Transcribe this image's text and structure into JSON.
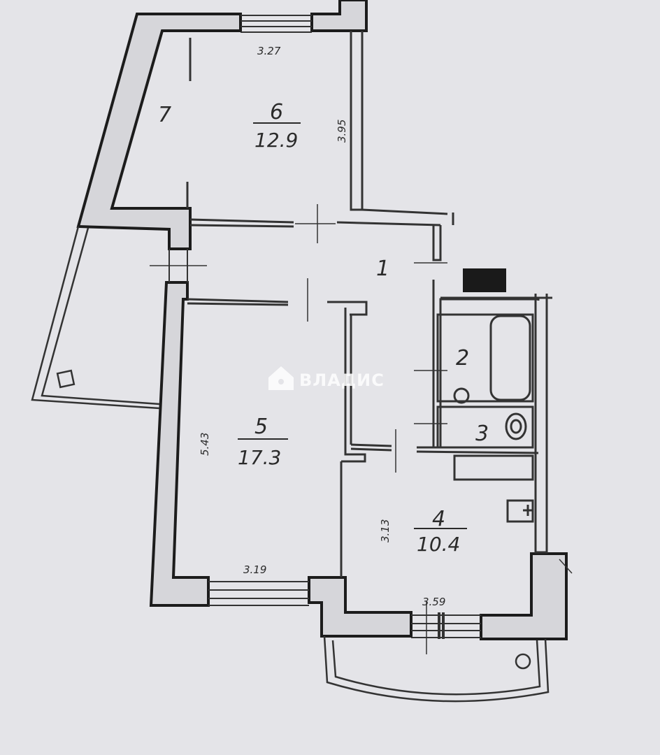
{
  "rooms": {
    "r1": {
      "number": "1"
    },
    "r2": {
      "number": "2"
    },
    "r3": {
      "number": "3"
    },
    "r4": {
      "number": "4",
      "area": "10.4"
    },
    "r5": {
      "number": "5",
      "area": "17.3"
    },
    "r6": {
      "number": "6",
      "area": "12.9"
    },
    "r7": {
      "number": "7"
    }
  },
  "dimensions": {
    "room6_width": "3.27",
    "room6_depth": "3.95",
    "room5_depth": "5.43",
    "room5_width": "3.19",
    "room4_depth": "3.13",
    "room4_width": "3.59"
  },
  "watermark": {
    "text": "ВЛАДИС"
  },
  "colors": {
    "background": "#e4e4e8",
    "wall": "#1c1c1c",
    "wall_fill": "#d6d6da",
    "thin_line": "#333333",
    "watermark": "#ffffff"
  }
}
